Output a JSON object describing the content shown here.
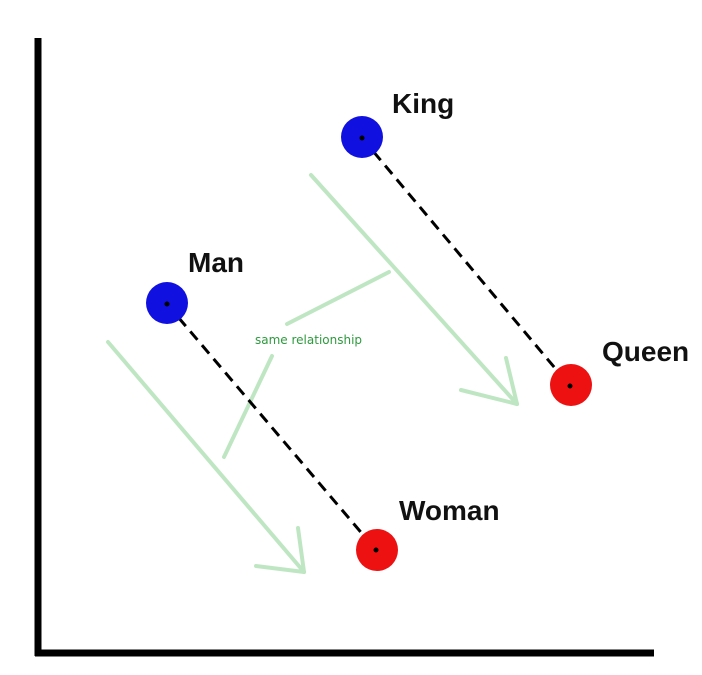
{
  "labels": {
    "king": "King",
    "queen": "Queen",
    "man": "Man",
    "woman": "Woman",
    "relationship": "same relationship"
  },
  "colors": {
    "male": "#1010e0",
    "female": "#ee1111",
    "axis": "#000000",
    "link": "#000000",
    "arrow": "#bfe6c2",
    "relationship_text": "#2e9a3e"
  }
}
